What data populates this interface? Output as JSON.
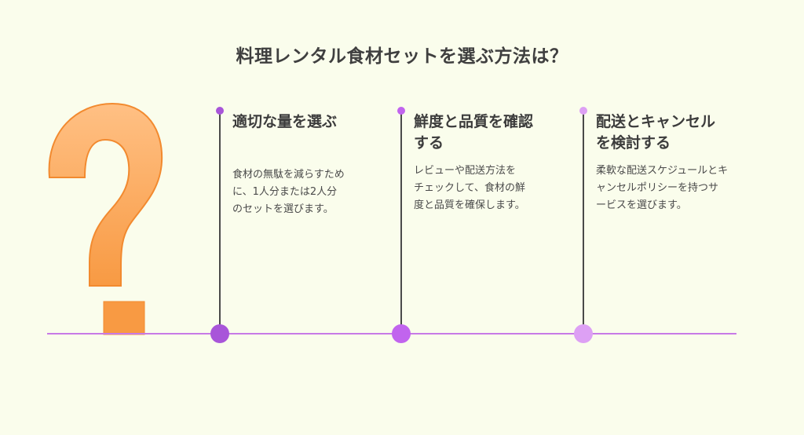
{
  "title": "料理レンタル食材セットを選ぶ方法は？",
  "colors": {
    "background": "#fafdec",
    "question_mark": "#f9a55a",
    "axis_line": "#c77ae6",
    "step1": "#a855d9",
    "step2": "#c164ee",
    "step3": "#dda0f4"
  },
  "icons": {
    "hero": "question-mark-icon"
  },
  "steps": [
    {
      "title_line1": "適切な量を選ぶ",
      "title_line2": "",
      "desc_line1": "食材の無駄を減らすため",
      "desc_line2": "に、1人分または2人分",
      "desc_line3": "のセットを選びます。"
    },
    {
      "title_line1": "鮮度と品質を確認",
      "title_line2": "する",
      "desc_line1": "レビューや配送方法を",
      "desc_line2": "チェックして、食材の鮮",
      "desc_line3": "度と品質を確保します。"
    },
    {
      "title_line1": "配送とキャンセル",
      "title_line2": "を検討する",
      "desc_line1": "柔軟な配送スケジュールとキ",
      "desc_line2": "ャンセルポリシーを持つサ",
      "desc_line3": "ービスを選びます。"
    }
  ]
}
